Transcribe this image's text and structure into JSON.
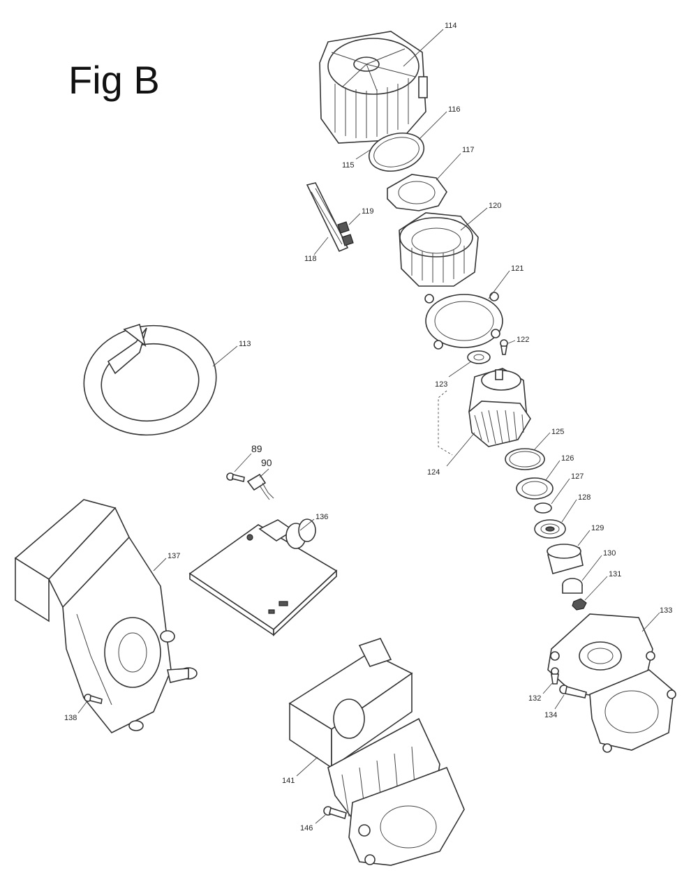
{
  "figure_title": "Fig B",
  "callouts": {
    "c89": "89",
    "c90": "90",
    "c113": "113",
    "c114": "114",
    "c115": "115",
    "c116": "116",
    "c117": "117",
    "c118": "118",
    "c119": "119",
    "c120": "120",
    "c121": "121",
    "c122": "122",
    "c123": "123",
    "c124": "124",
    "c125": "125",
    "c126": "126",
    "c127": "127",
    "c128": "128",
    "c129": "129",
    "c130": "130",
    "c131": "131",
    "c132": "132",
    "c133": "133",
    "c134": "134",
    "c136": "136",
    "c137": "137",
    "c138": "138",
    "c141": "141",
    "c146": "146"
  }
}
